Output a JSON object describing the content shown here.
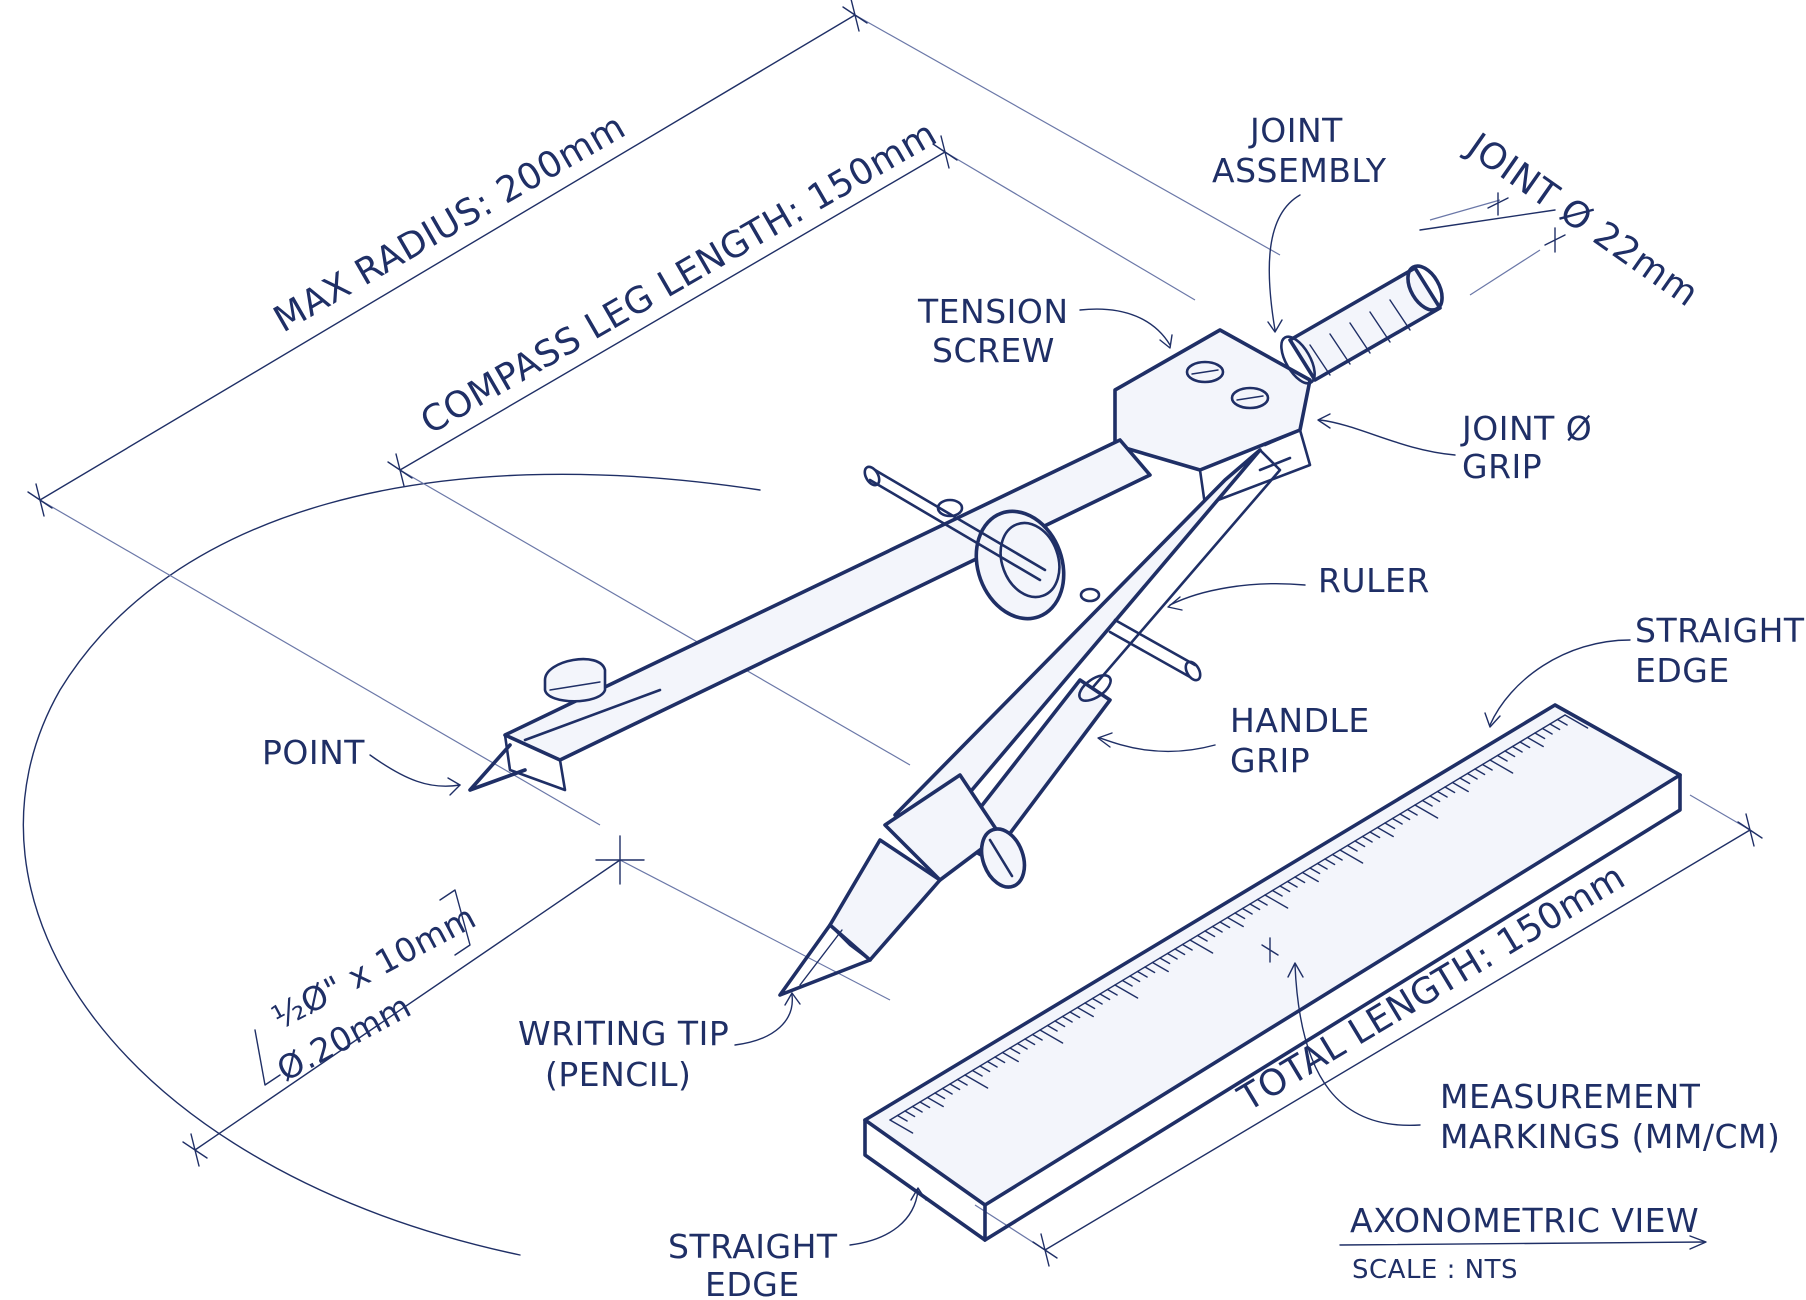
{
  "labels": {
    "max_radius": "MAX RADIUS: 200mm",
    "leg_length": "COMPASS LEG LENGTH: 150mm",
    "joint_assembly_1": "JOINT",
    "joint_assembly_2": "ASSEMBLY",
    "joint_dia": "JOINT Ø 22mm",
    "tension_1": "TENSION",
    "tension_2": "SCREW",
    "joint_grip_1": "JOINT Ø",
    "joint_grip_2": "GRIP",
    "ruler": "RULER",
    "straight_edge_top_1": "STRAIGHT",
    "straight_edge_top_2": "EDGE",
    "point": "POINT",
    "handle_grip_1": "HANDLE",
    "handle_grip_2": "GRIP",
    "lead_spec_1": "½Ø\" x 10mm",
    "lead_spec_2": "Ø.20mm",
    "writing_tip_1": "WRITING TIP",
    "writing_tip_2": "(PENCIL)",
    "total_length": "TOTAL LENGTH: 150mm",
    "measurement_1": "MEASUREMENT",
    "measurement_2": "MARKINGS (MM/CM)",
    "straight_edge_bottom_1": "STRAIGHT",
    "straight_edge_bottom_2": "EDGE",
    "view_title": "AXONOMETRIC VIEW",
    "scale": "SCALE : NTS"
  },
  "colors": {
    "ink": "#1f2f66",
    "paper": "#ffffff"
  }
}
